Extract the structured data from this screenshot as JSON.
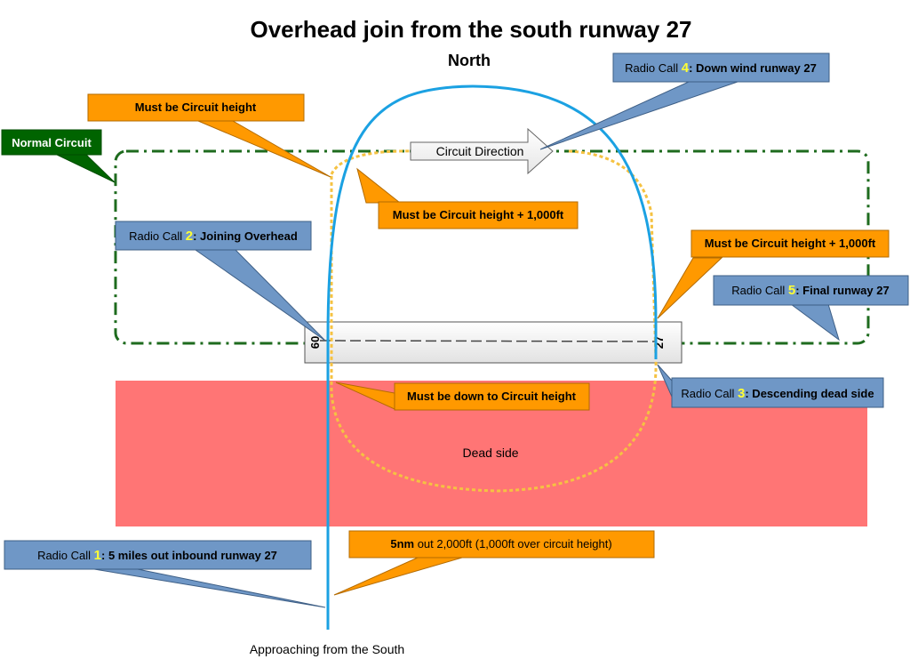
{
  "title": "Overhead join from the south runway 27",
  "north_label": "North",
  "circuit_direction": "Circuit Direction",
  "dead_side_label": "Dead side",
  "approach_label": "Approaching from the South",
  "runway": {
    "west_end": "09",
    "east_end": "27"
  },
  "normal_circuit_label": "Normal Circuit",
  "radio_calls": [
    {
      "prefix": "Radio Call ",
      "number": "1",
      "text": ": 5 miles out inbound runway 27"
    },
    {
      "prefix": "Radio Call ",
      "number": "2",
      "text": ": Joining Overhead"
    },
    {
      "prefix": "Radio Call ",
      "number": "3",
      "text": ": Descending dead side"
    },
    {
      "prefix": "Radio Call ",
      "number": "4",
      "text": ": Down wind runway 27"
    },
    {
      "prefix": "Radio Call ",
      "number": "5",
      "text": ": Final runway 27"
    }
  ],
  "height_notes": {
    "must_be_circuit_height": "Must be Circuit height",
    "must_be_plus_1000_top": "Must be Circuit height + 1,000ft",
    "must_be_plus_1000_right": "Must be Circuit height + 1,000ft",
    "must_be_down": "Must be down to Circuit height",
    "five_nm_bold": "5nm",
    "five_nm_rest": " out 2,000ft (1,000ft over circuit height)"
  },
  "colors": {
    "orange": "#ff9900",
    "steel_blue": "#6f97c6",
    "dark_green": "#006400",
    "dead_side_red": "#ff7575",
    "overhead_path": "#1ba1e2",
    "descent_path": "#f5c242",
    "circuit_line": "#1e6b1e",
    "yellow_number": "#ffff33"
  }
}
